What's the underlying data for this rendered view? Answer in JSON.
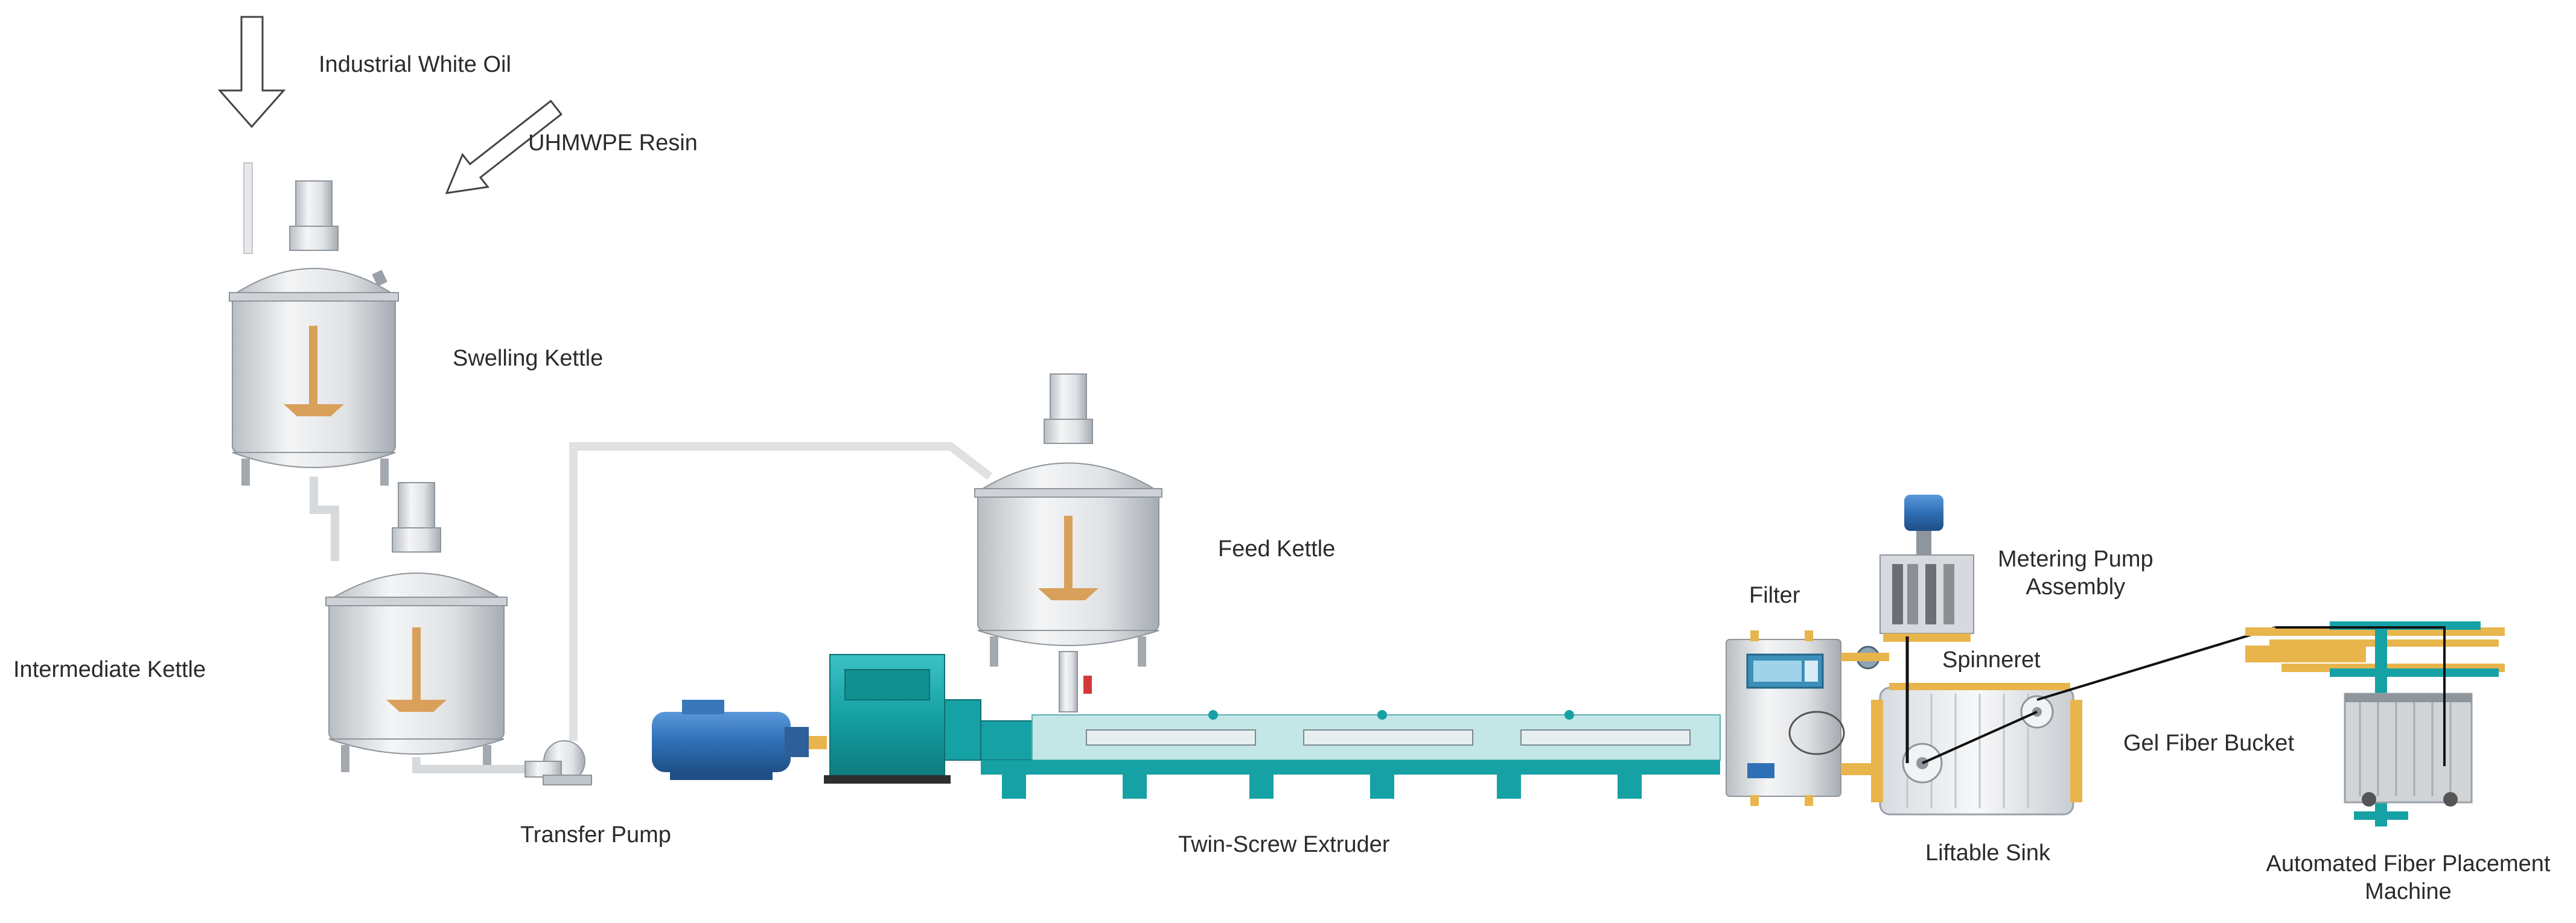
{
  "labels": {
    "white_oil": "Industrial White Oil",
    "resin": "UHMWPE Resin",
    "swelling_kettle": "Swelling Kettle",
    "intermediate_kettle": "Intermediate Kettle",
    "feed_kettle": "Feed Kettle",
    "transfer_pump": "Transfer Pump",
    "extruder": "Twin-Screw Extruder",
    "filter": "Filter",
    "metering_pump_1": "Metering Pump",
    "metering_pump_2": "Assembly",
    "spinneret": "Spinneret",
    "gel_bucket": "Gel Fiber Bucket",
    "sink": "Liftable Sink",
    "afp_1": "Automated Fiber Placement",
    "afp_2": "Machine"
  },
  "colors": {
    "steel_light": "#e9ecef",
    "steel_dark": "#9aa1a8",
    "agitator": "#d9a05b",
    "teal": "#17a2a5",
    "teal_dark": "#0e7f82",
    "motor_blue": "#2f6fb5",
    "pipe": "#d3d6d9",
    "gold": "#e8b54c"
  }
}
